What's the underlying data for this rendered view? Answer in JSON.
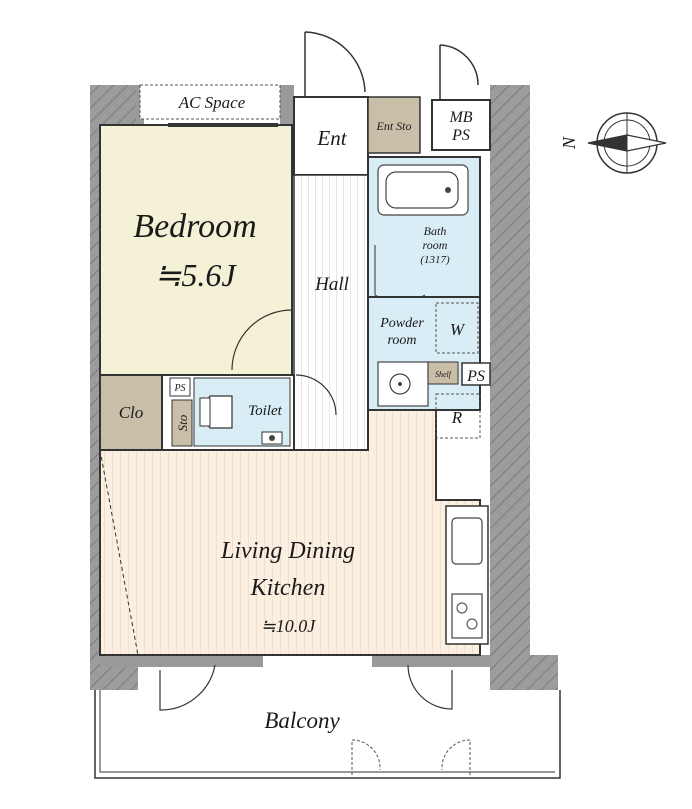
{
  "labels": {
    "ac_space": "AC Space",
    "ent": "Ent",
    "ent_sto": "Ent Sto",
    "mb_ps_1": "MB",
    "mb_ps_2": "PS",
    "bedroom": "Bedroom",
    "bedroom_area": "≒5.6J",
    "hall": "Hall",
    "bath_1": "Bath",
    "bath_2": "room",
    "bath_3": "(1317)",
    "powder_1": "Powder",
    "powder_2": "room",
    "w": "W",
    "shelf": "Shelf",
    "ps_right": "PS",
    "ps_small": "PS",
    "clo": "Clo",
    "sto": "Sto",
    "toilet": "Toilet",
    "r": "R",
    "ldk_1": "Living Dining",
    "ldk_2": "Kitchen",
    "ldk_area": "≒10.0J",
    "balcony": "Balcony",
    "compass_n": "N"
  },
  "colors": {
    "wall": "#9a9a9a",
    "bedroom_floor": "#f5f1d6",
    "ldk_floor": "#fbefe2",
    "ldk_stripe": "#eed9c6",
    "bath_floor": "#d8edf6",
    "storage": "#c9bfa8",
    "hall_stripe": "#cfcfcf"
  }
}
